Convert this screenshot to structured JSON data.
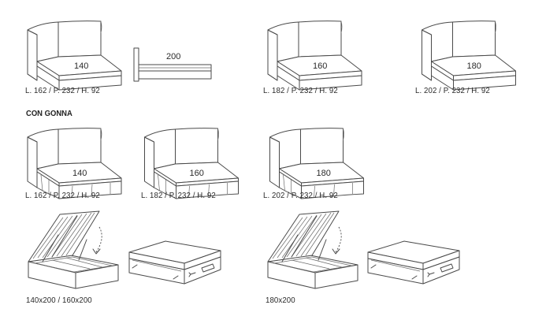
{
  "section": {
    "con_gonna": "CON GONNA"
  },
  "top_row": [
    {
      "width": "140",
      "caption": "L. 162 / P. 232 / H. 92"
    },
    {
      "width": "200"
    },
    {
      "width": "160",
      "caption": "L. 182 / P. 232 / H. 92"
    },
    {
      "width": "180",
      "caption": "L. 202 / P. 232 / H. 92"
    }
  ],
  "skirt_row": [
    {
      "width": "140",
      "caption": "L. 162 / P. 232 / H. 92"
    },
    {
      "width": "160",
      "caption": "L. 182 / P. 232 / H. 92"
    },
    {
      "width": "180",
      "caption": "L. 202 / P. 232 / H. 92"
    }
  ],
  "storage_row": [
    {
      "caption": "140x200 / 160x200"
    },
    {
      "caption": "180x200"
    }
  ]
}
